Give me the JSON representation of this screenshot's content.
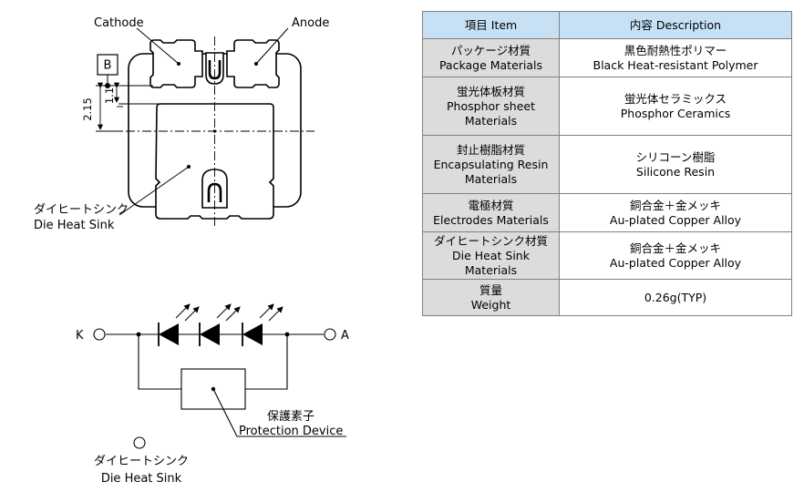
{
  "package": {
    "labels": {
      "cathode": "Cathode",
      "anode": "Anode",
      "datum": "B",
      "dim_2_15": "2.15",
      "dim_1_1": "1.1",
      "die_heat_sink_jp": "ダイヒートシンク",
      "die_heat_sink_en": "Die Heat Sink"
    }
  },
  "circuit": {
    "labels": {
      "k": "K",
      "a": "A",
      "protection_jp": "保護素子",
      "protection_en": "Protection Device",
      "die_heat_sink_jp": "ダイヒートシンク",
      "die_heat_sink_en": "Die Heat Sink"
    }
  },
  "spec_table": {
    "headers": {
      "item": "項目 Item",
      "description": "内容 Description"
    },
    "rows": [
      {
        "item_jp": "パッケージ材質",
        "item_en": [
          "Package Materials"
        ],
        "value_jp": "黒色耐熱性ポリマー",
        "value_en": "Black Heat-resistant Polymer"
      },
      {
        "item_jp": "蛍光体板材質",
        "item_en": [
          "Phosphor sheet",
          "Materials"
        ],
        "value_jp": "蛍光体セラミックス",
        "value_en": "Phosphor Ceramics"
      },
      {
        "item_jp": "封止樹脂材質",
        "item_en": [
          "Encapsulating Resin",
          "Materials"
        ],
        "value_jp": "シリコーン樹脂",
        "value_en": "Silicone Resin"
      },
      {
        "item_jp": "電極材質",
        "item_en": [
          "Electrodes Materials"
        ],
        "value_jp": "銅合金＋金メッキ",
        "value_en": "Au-plated Copper Alloy"
      },
      {
        "item_jp": "ダイヒートシンク材質",
        "item_en": [
          "Die Heat Sink",
          "Materials"
        ],
        "value_jp": "銅合金＋金メッキ",
        "value_en": "Au-plated Copper Alloy"
      },
      {
        "item_jp": "質量",
        "item_en": [
          "Weight"
        ],
        "value_jp": "",
        "value_en": "0.26g(TYP)"
      }
    ]
  }
}
